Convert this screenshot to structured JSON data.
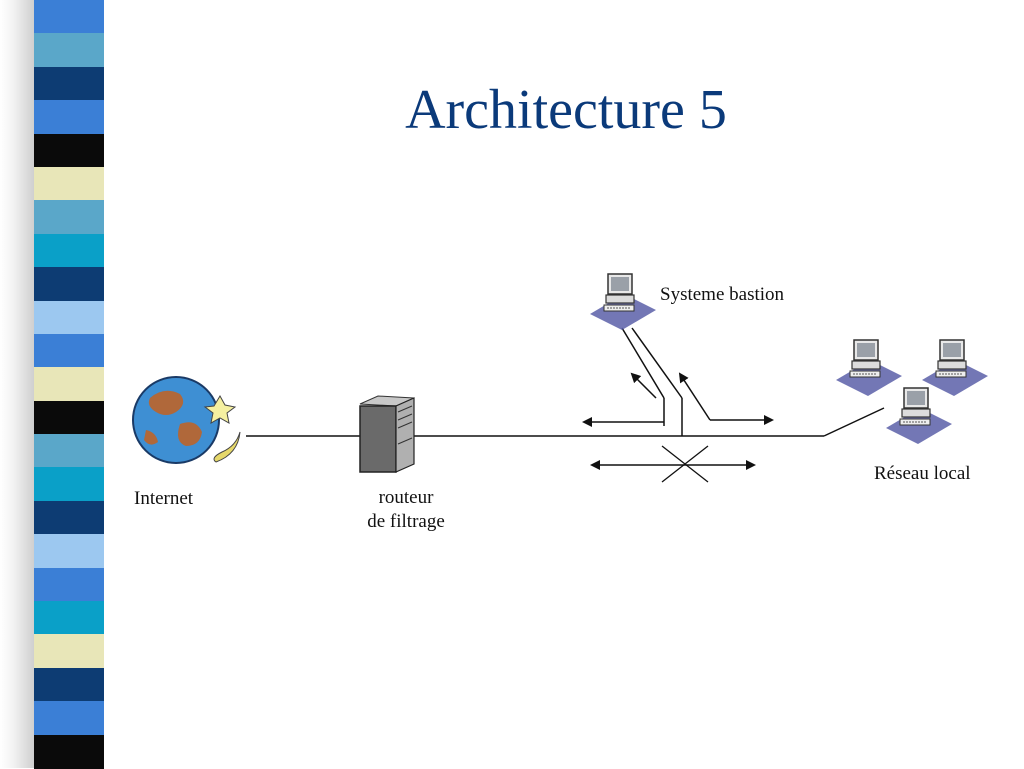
{
  "slide": {
    "title": "Architecture 5"
  },
  "stripe": {
    "colors": [
      "#3b7fd6",
      "#5aa7c9",
      "#0d3c73",
      "#3b7fd6",
      "#0a0a0a",
      "#e8e6b8",
      "#5aa7c9",
      "#0aa0c8",
      "#0d3c73",
      "#9cc8f0",
      "#3b7fd6",
      "#e8e6b8",
      "#0a0a0a",
      "#5aa7c9",
      "#0aa0c8",
      "#0d3c73",
      "#9cc8f0",
      "#3b7fd6",
      "#0aa0c8",
      "#e8e6b8",
      "#0d3c73",
      "#3b7fd6",
      "#0a0a0a"
    ]
  },
  "diagram": {
    "nodes": {
      "internet": {
        "label": "Internet"
      },
      "router": {
        "label_line1": "routeur",
        "label_line2": "de filtrage"
      },
      "bastion": {
        "label": "Systeme bastion"
      },
      "lan": {
        "label": "Réseau local"
      }
    },
    "icons": [
      "globe-icon",
      "server-tower-icon",
      "computer-icon"
    ]
  }
}
